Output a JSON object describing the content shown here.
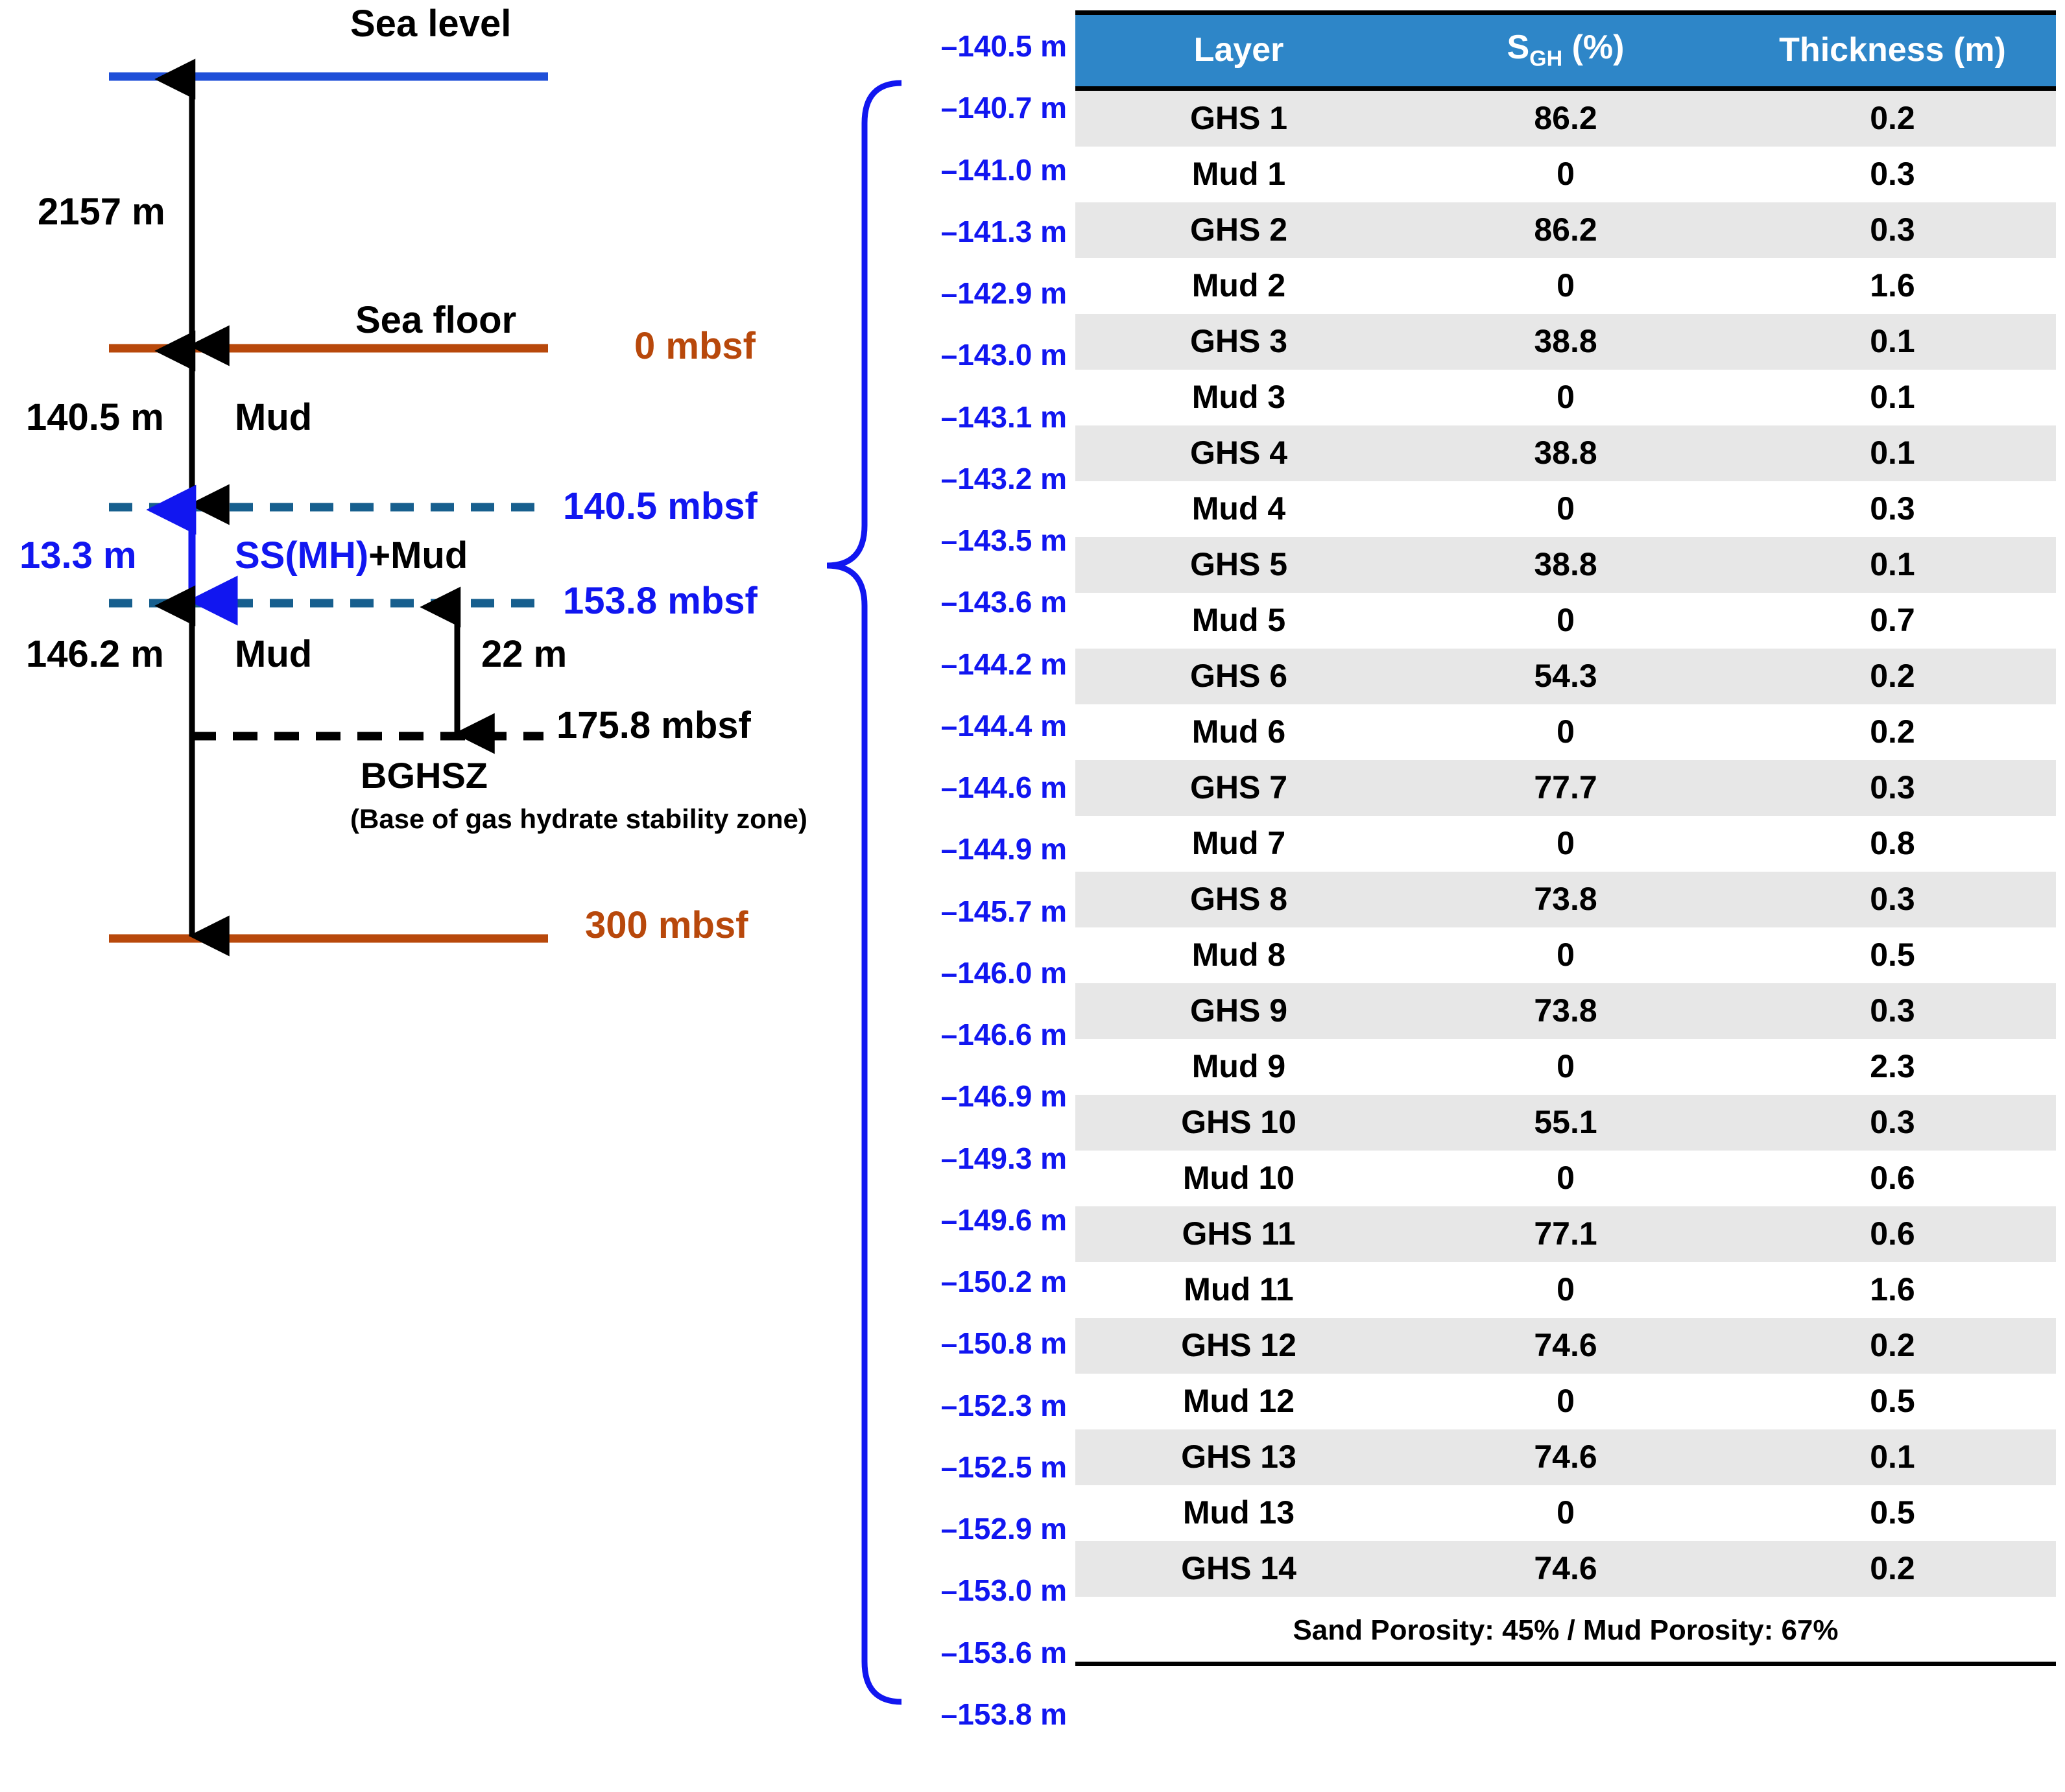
{
  "schematic": {
    "sea_level_label": "Sea level",
    "sea_floor_label": "Sea floor",
    "water_depth": "2157 m",
    "mbsf_zero": "0 mbsf",
    "upper_mud_thickness": "140.5 m",
    "upper_mud_label": "Mud",
    "top_reservoir_depth": "140.5 mbsf",
    "reservoir_thickness": "13.3 m",
    "reservoir_label_blue": "SS(MH)",
    "reservoir_label_black": "+Mud",
    "base_reservoir_depth": "153.8 mbsf",
    "lower_mud_thickness": "146.2 m",
    "lower_mud_label": "Mud",
    "bghsz_offset": "22 m",
    "bghsz_depth": "175.8 mbsf",
    "bghsz_acronym": "BGHSZ",
    "bghsz_expansion": "(Base of gas hydrate stability zone)",
    "bottom_depth": "300 mbsf",
    "colors": {
      "sea_level_line": "#1F4FD8",
      "sea_floor_line": "#B8480B",
      "bottom_line": "#B8480B",
      "reservoir_dash": "#175F8E",
      "bghsz_dash": "#000000",
      "blue_text": "#1116F0",
      "brown_text": "#B8480B",
      "arrow": "#000000",
      "blue_arrow": "#1116F0"
    }
  },
  "depth_ticks": [
    "–140.5 m",
    "–140.7 m",
    "–141.0 m",
    "–141.3 m",
    "–142.9 m",
    "–143.0 m",
    "–143.1 m",
    "–143.2 m",
    "–143.5 m",
    "–143.6 m",
    "–144.2 m",
    "–144.4 m",
    "–144.6 m",
    "–144.9 m",
    "–145.7 m",
    "–146.0 m",
    "–146.6 m",
    "–146.9 m",
    "–149.3 m",
    "–149.6 m",
    "–150.2 m",
    "–150.8 m",
    "–152.3 m",
    "–152.5 m",
    "–152.9 m",
    "–153.0 m",
    "–153.6 m",
    "–153.8 m"
  ],
  "table": {
    "headers": {
      "layer": "Layer",
      "sgh_main": "S",
      "sgh_sub": "GH",
      "sgh_unit": " (%)",
      "thickness": "Thickness (m)"
    },
    "header_color": "#2E86C8",
    "rows": [
      {
        "layer": "GHS 1",
        "sgh": "86.2",
        "thickness": "0.2"
      },
      {
        "layer": "Mud 1",
        "sgh": "0",
        "thickness": "0.3"
      },
      {
        "layer": "GHS 2",
        "sgh": "86.2",
        "thickness": "0.3"
      },
      {
        "layer": "Mud 2",
        "sgh": "0",
        "thickness": "1.6"
      },
      {
        "layer": "GHS 3",
        "sgh": "38.8",
        "thickness": "0.1"
      },
      {
        "layer": "Mud 3",
        "sgh": "0",
        "thickness": "0.1"
      },
      {
        "layer": "GHS 4",
        "sgh": "38.8",
        "thickness": "0.1"
      },
      {
        "layer": "Mud 4",
        "sgh": "0",
        "thickness": "0.3"
      },
      {
        "layer": "GHS 5",
        "sgh": "38.8",
        "thickness": "0.1"
      },
      {
        "layer": "Mud 5",
        "sgh": "0",
        "thickness": "0.7"
      },
      {
        "layer": "GHS 6",
        "sgh": "54.3",
        "thickness": "0.2"
      },
      {
        "layer": "Mud 6",
        "sgh": "0",
        "thickness": "0.2"
      },
      {
        "layer": "GHS 7",
        "sgh": "77.7",
        "thickness": "0.3"
      },
      {
        "layer": "Mud 7",
        "sgh": "0",
        "thickness": "0.8"
      },
      {
        "layer": "GHS 8",
        "sgh": "73.8",
        "thickness": "0.3"
      },
      {
        "layer": "Mud 8",
        "sgh": "0",
        "thickness": "0.5"
      },
      {
        "layer": "GHS 9",
        "sgh": "73.8",
        "thickness": "0.3"
      },
      {
        "layer": "Mud 9",
        "sgh": "0",
        "thickness": "2.3"
      },
      {
        "layer": "GHS 10",
        "sgh": "55.1",
        "thickness": "0.3"
      },
      {
        "layer": "Mud 10",
        "sgh": "0",
        "thickness": "0.6"
      },
      {
        "layer": "GHS 11",
        "sgh": "77.1",
        "thickness": "0.6"
      },
      {
        "layer": "Mud 11",
        "sgh": "0",
        "thickness": "1.6"
      },
      {
        "layer": "GHS 12",
        "sgh": "74.6",
        "thickness": "0.2"
      },
      {
        "layer": "Mud 12",
        "sgh": "0",
        "thickness": "0.5"
      },
      {
        "layer": "GHS 13",
        "sgh": "74.6",
        "thickness": "0.1"
      },
      {
        "layer": "Mud 13",
        "sgh": "0",
        "thickness": "0.5"
      },
      {
        "layer": "GHS 14",
        "sgh": "74.6",
        "thickness": "0.2"
      }
    ],
    "footer": "Sand Porosity: 45% / Mud Porosity: 67%"
  }
}
